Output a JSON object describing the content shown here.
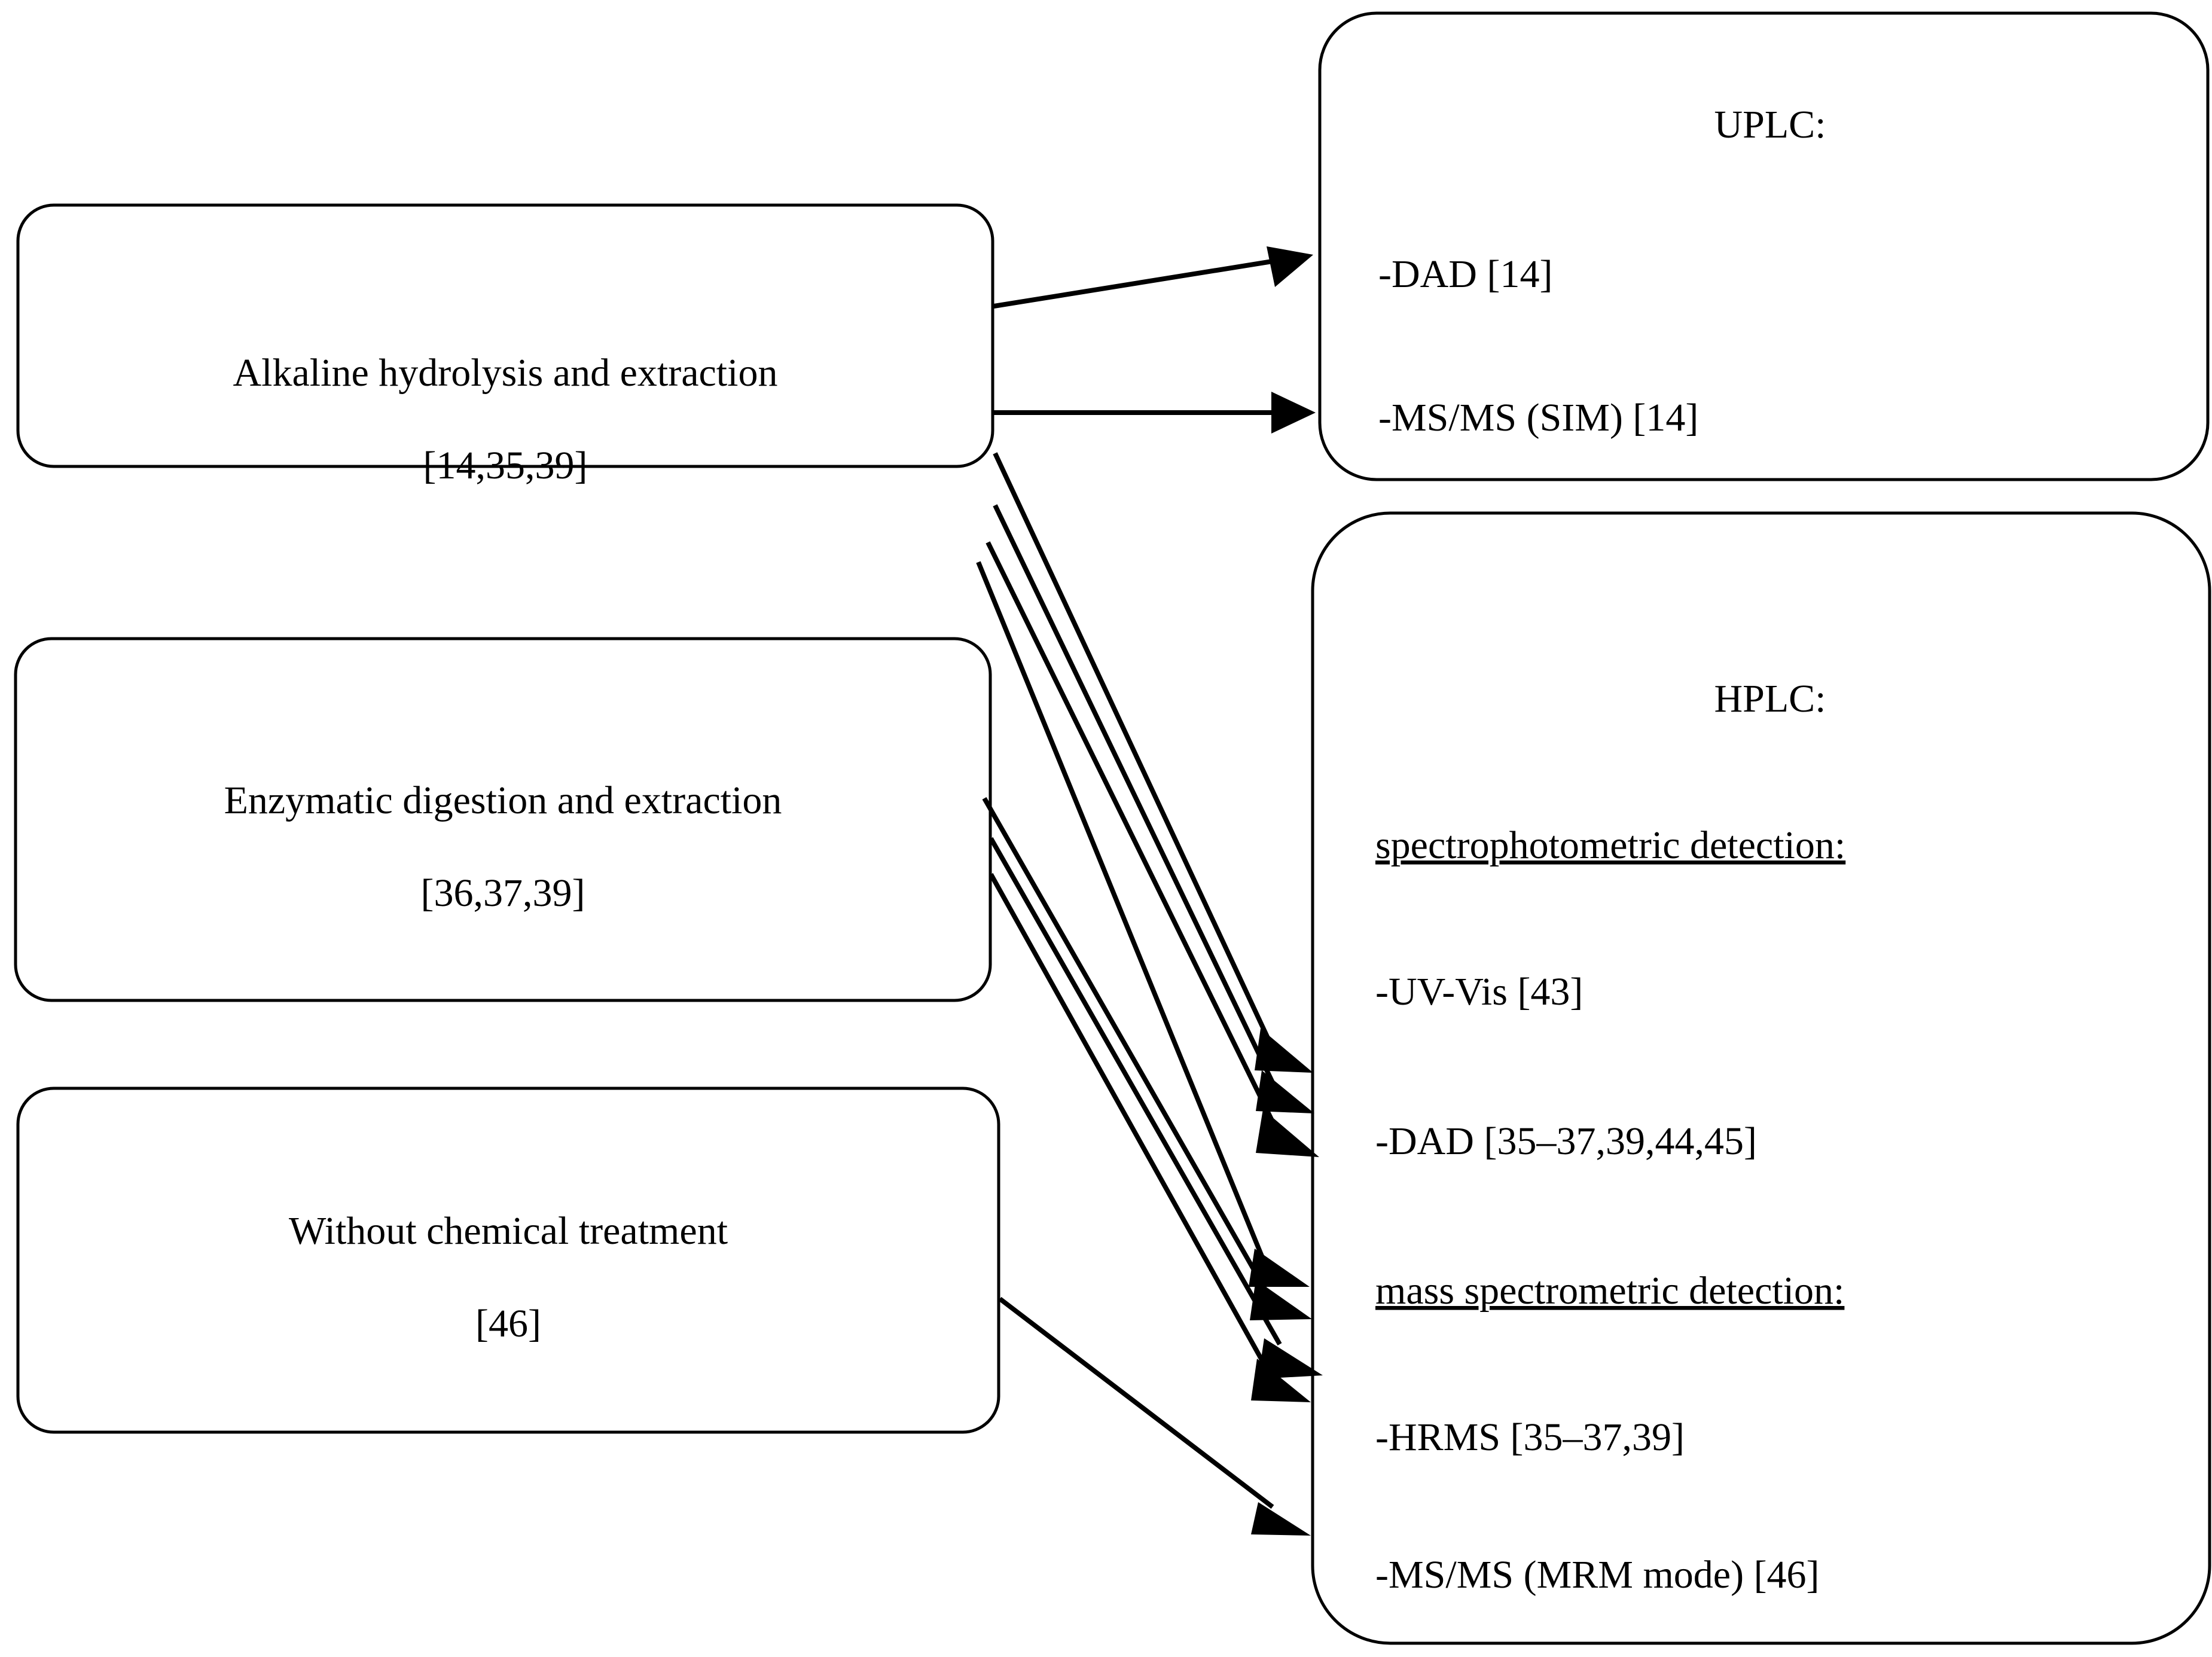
{
  "diagram": {
    "title": "Sample preparation and chromatographic determination workflow",
    "type": "flowchart",
    "background_color": "#ffffff",
    "stroke_color": "#000000",
    "text_color": "#000000",
    "left_nodes": [
      {
        "id": "alkaline",
        "line1": "Alkaline hydrolysis and extraction",
        "line2": "[14,35,39]"
      },
      {
        "id": "enzymatic",
        "line1": "Enzymatic digestion and extraction",
        "line2": "[36,37,39]"
      },
      {
        "id": "untreated",
        "line1": "Without chemical treatment",
        "line2": "[46]"
      }
    ],
    "right_nodes": [
      {
        "id": "uplc",
        "heading": "UPLC:",
        "items": [
          {
            "text": "-DAD [14]",
            "underline": false
          },
          {
            "text": "-MS/MS (SIM) [14]",
            "underline": false
          }
        ]
      },
      {
        "id": "hplc",
        "heading": "HPLC:",
        "items": [
          {
            "text": "spectrophotometric detection:",
            "underline": true
          },
          {
            "text": "-UV-Vis [43]",
            "underline": false
          },
          {
            "text": "-DAD [35–37,39,44,45]",
            "underline": false
          },
          {
            "text": "mass spectrometric detection:",
            "underline": true
          },
          {
            "text": "-HRMS [35–37,39]",
            "underline": false
          },
          {
            "text": "-MS/MS (MRM mode) [46]",
            "underline": false
          }
        ]
      }
    ],
    "edges": [
      {
        "from": "alkaline",
        "to": "uplc-dad"
      },
      {
        "from": "alkaline",
        "to": "uplc-msms"
      },
      {
        "from": "alkaline",
        "to": "hplc-uvvis"
      },
      {
        "from": "alkaline",
        "to": "hplc-dad"
      },
      {
        "from": "alkaline",
        "to": "hplc-hrms-a"
      },
      {
        "from": "alkaline",
        "to": "hplc-hrms-b"
      },
      {
        "from": "enzymatic",
        "to": "hplc-uvvis"
      },
      {
        "from": "enzymatic",
        "to": "hplc-dad"
      },
      {
        "from": "enzymatic",
        "to": "hplc-hrms"
      },
      {
        "from": "untreated",
        "to": "hplc-msms-mrm"
      }
    ]
  }
}
